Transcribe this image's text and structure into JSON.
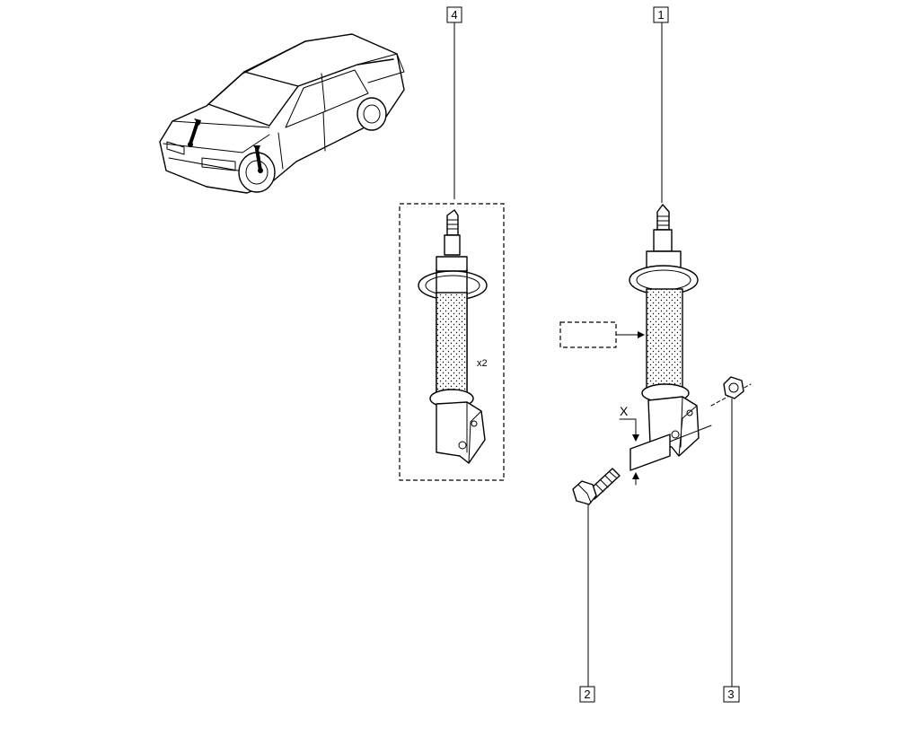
{
  "callouts": [
    {
      "id": "1",
      "label": "1"
    },
    {
      "id": "2",
      "label": "2"
    },
    {
      "id": "3",
      "label": "3"
    },
    {
      "id": "4",
      "label": "4"
    }
  ],
  "quantity_label": "x2",
  "dimension_label": "X"
}
